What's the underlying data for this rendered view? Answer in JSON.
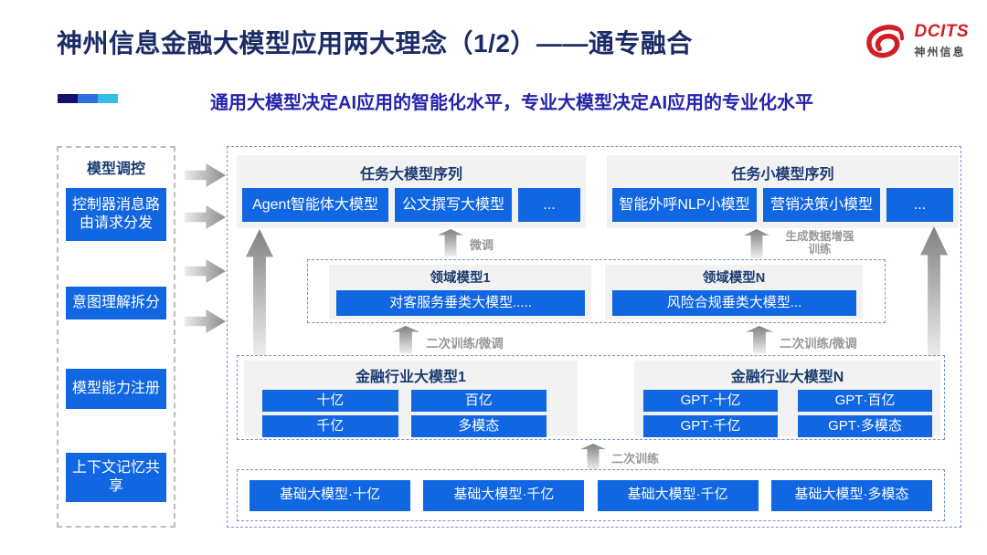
{
  "slide": {
    "title": "神州信息金融大模型应用两大理念（1/2）——通专融合",
    "subtitle": "通用大模型决定AI应用的智能化水平，专业大模型决定AI应用的专业化水平"
  },
  "logo": {
    "brand": "DCITS",
    "brand_cn": "神州信息",
    "icon": "red-swirl-logo-icon",
    "brand_color": "#d31e25"
  },
  "colors": {
    "title_navy": "#1b2b66",
    "subtitle_blue": "#2423ac",
    "button_blue": "#1166e2",
    "heading_navy": "#1a3a70",
    "accent_navy": "#12126e",
    "accent_blue": "#2e6fe0",
    "accent_cyan": "#33bde8",
    "arrow_label_gray": "#989898"
  },
  "sidebar": {
    "title": "模型调控",
    "items": [
      {
        "label": "控制器消息路由请求分发"
      },
      {
        "label": "意图理解拆分"
      },
      {
        "label": "模型能力注册"
      },
      {
        "label": "上下文记忆共享"
      }
    ]
  },
  "diagram": {
    "task_large_models": {
      "title": "任务大模型序列",
      "items": [
        "Agent智能体大模型",
        "公文撰写大模型",
        "..."
      ]
    },
    "task_small_models": {
      "title": "任务小模型序列",
      "items": [
        "智能外呼NLP小模型",
        "营销决策小模型",
        "..."
      ]
    },
    "domain_models": [
      {
        "title": "领域模型1",
        "model": "对客服务垂类大模型....."
      },
      {
        "title": "领域模型N",
        "model": "风险合规垂类大模型..."
      }
    ],
    "industry_models": [
      {
        "title": "金融行业大模型1",
        "items": [
          "十亿",
          "百亿",
          "千亿",
          "多模态"
        ]
      },
      {
        "title": "金融行业大模型N",
        "items": [
          "GPT·十亿",
          "GPT·百亿",
          "GPT·千亿",
          "GPT·多模态"
        ]
      }
    ],
    "base_models": [
      "基础大模型·十亿",
      "基础大模型·千亿",
      "基础大模型·千亿",
      "基础大模型·多模态"
    ],
    "arrows": {
      "finetune": "微调",
      "gen_data_line1": "生成数据增强",
      "gen_data_line2": "训练",
      "retrain_finetune": "二次训练/微调",
      "retrain": "二次训练"
    }
  }
}
